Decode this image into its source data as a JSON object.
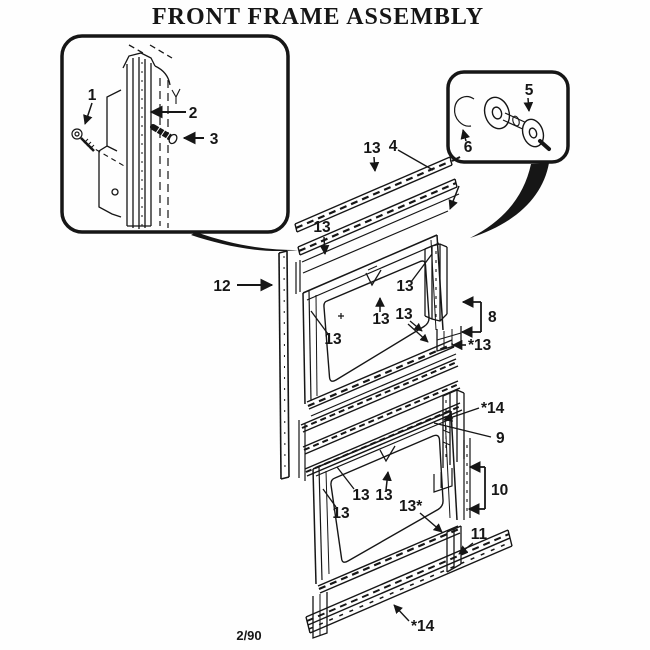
{
  "title": "FRONT FRAME ASSEMBLY",
  "revision": "2/90",
  "insets": {
    "fastener": {
      "label_1": "1",
      "label_2": "2",
      "label_3": "3"
    },
    "roller": {
      "label_5": "5",
      "label_6": "6"
    }
  },
  "callouts": {
    "part4": "4",
    "part8": "8",
    "part9": "9",
    "part10": "10",
    "part11": "11",
    "part12": "12",
    "part13": "13",
    "part13_pre_star": "*13",
    "part13_post_star": "13*",
    "part14_star": "*14"
  },
  "colors": {
    "ink": "#161616",
    "paper": "#fefefe"
  }
}
